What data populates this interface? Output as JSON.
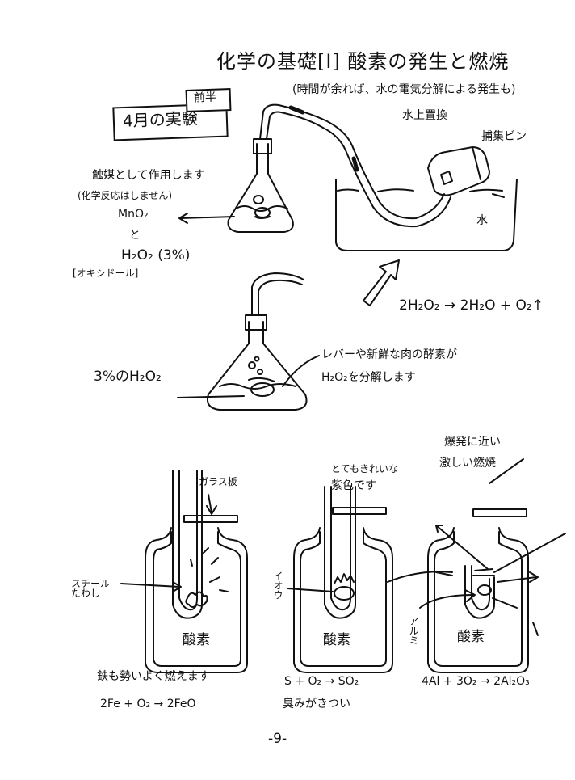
{
  "header": {
    "title": "化学の基礎[I] 酸素の発生と燃焼",
    "subtitle": "(時間が余れば、水の電気分解による発生も)",
    "month_badge": "4月の実験",
    "half_badge": "前半"
  },
  "setup_top": {
    "collection_method": "水上置換",
    "collection_bottle": "捕集ビン",
    "water": "水",
    "catalyst_note_1": "触媒として作用します",
    "catalyst_note_2": "(化学反応はしません)",
    "mno2": "MnO₂",
    "and": "と",
    "h2o2": "H₂O₂ (3%)",
    "oxydol": "[オキシドール]"
  },
  "setup_middle": {
    "equation": "2H₂O₂ → 2H₂O + O₂↑",
    "h2o2_label": "3%のH₂O₂",
    "enzyme_note_1": "レバーや新鮮な肉の酵素が",
    "enzyme_note_2": "H₂O₂を分解します"
  },
  "jars": [
    {
      "sample": "スチールたわし",
      "glass_plate": "ガラス板",
      "gas": "酸素",
      "note": "鉄も勢いよく燃えます",
      "equation": "2Fe + O₂ → 2FeO"
    },
    {
      "sample": "イオウ",
      "top_note_1": "とてもきれいな",
      "top_note_2": "紫色です",
      "gas": "酸素",
      "equation": "S + O₂ → SO₂",
      "note": "臭みがきつい"
    },
    {
      "sample": "アルミ",
      "top_note_1": "爆発に近い",
      "top_note_2": "激しい燃焼",
      "gas": "酸素",
      "equation": "4Al + 3O₂ → 2Al₂O₃"
    }
  ],
  "footer": {
    "page_number": "-9-"
  }
}
